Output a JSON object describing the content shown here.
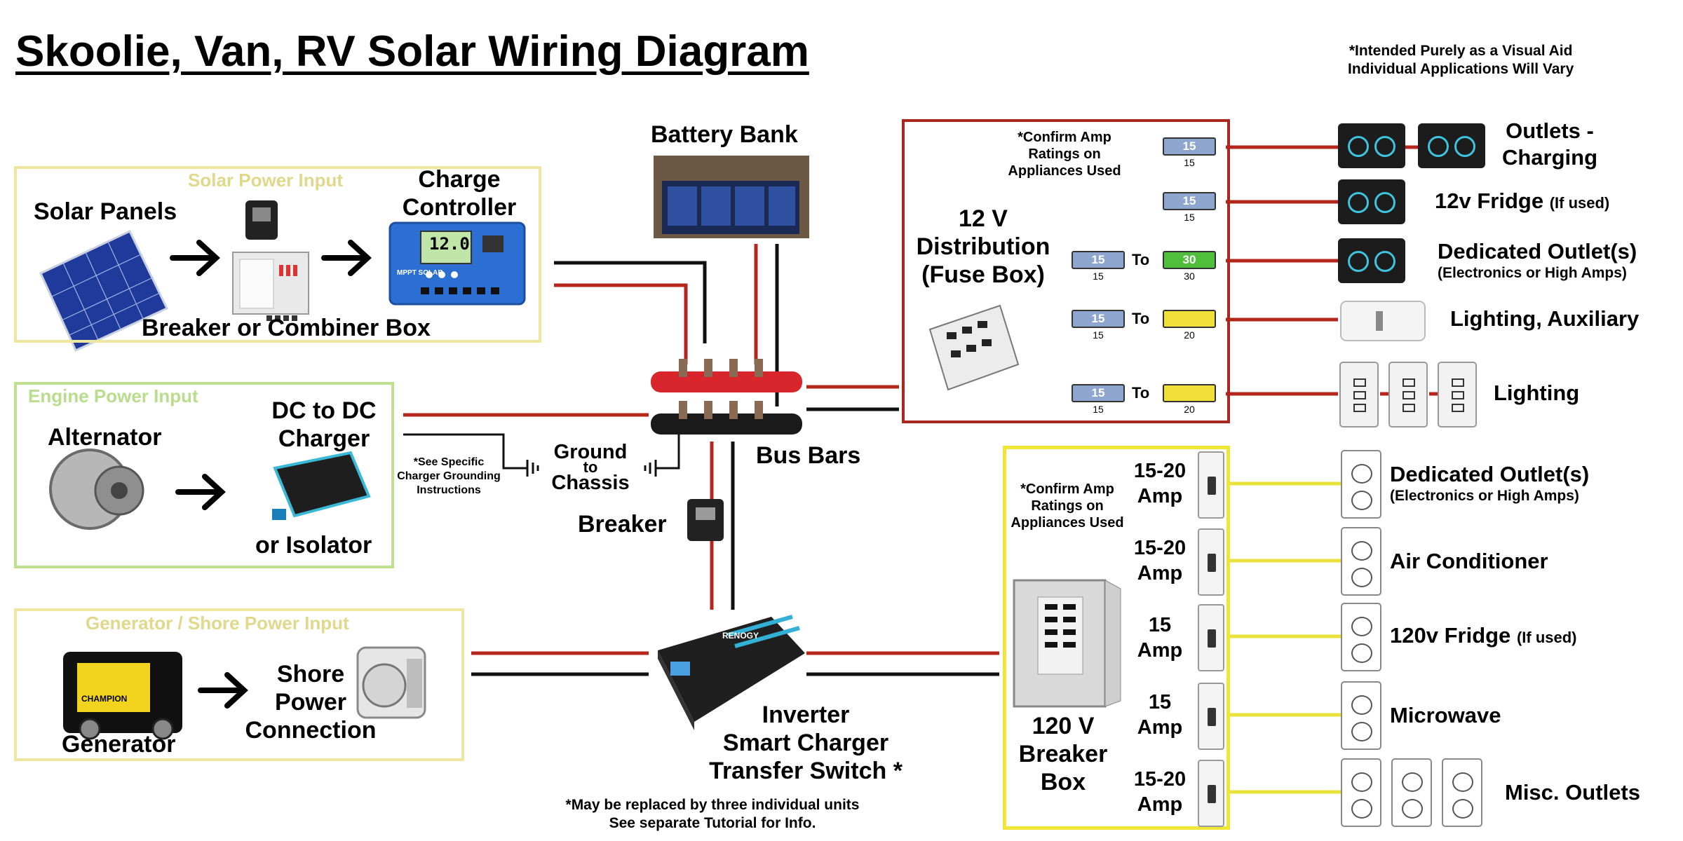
{
  "title": "Skoolie, Van, RV Solar Wiring Diagram",
  "disclaimer": {
    "line1": "*Intended Purely as a Visual Aid",
    "line2": "Individual Applications Will Vary"
  },
  "solar": {
    "section": "Solar Power Input",
    "panels": "Solar Panels",
    "charge_controller_1": "Charge",
    "charge_controller_2": "Controller",
    "lcd": "12.0",
    "brand": "MPPT SOLAR",
    "breaker_box": "Breaker or Combiner Box"
  },
  "engine": {
    "section": "Engine Power Input",
    "alternator": "Alternator",
    "dcdc_1": "DC to DC",
    "dcdc_2": "Charger",
    "isolator": "or Isolator",
    "note_1": "*See Specific",
    "note_2": "Charger Grounding",
    "note_3": "Instructions"
  },
  "ground": {
    "line1": "Ground",
    "line2": "to",
    "line3": "Chassis"
  },
  "generator": {
    "section": "Generator / Shore Power Input",
    "generator": "Generator",
    "shore_1": "Shore",
    "shore_2": "Power",
    "shore_3": "Connection",
    "brand": "CHAMPION"
  },
  "battery": {
    "label": "Battery Bank"
  },
  "busbars": {
    "label": "Bus Bars"
  },
  "breaker": {
    "label": "Breaker"
  },
  "inverter": {
    "line1": "Inverter",
    "line2": "Smart Charger",
    "line3": "Transfer Switch *",
    "brand": "RENOGY",
    "note_1": "*May be replaced by three individual units",
    "note_2": "See separate Tutorial for Info."
  },
  "fusebox": {
    "label_1": "12 V",
    "label_2": "Distribution",
    "label_3": "(Fuse Box)",
    "note_1": "*Confirm Amp",
    "note_2": "Ratings on",
    "note_3": "Appliances Used",
    "to": "To",
    "fuses": [
      {
        "from": "15",
        "to": ""
      },
      {
        "from": "15",
        "to": ""
      },
      {
        "from": "15",
        "to": "30"
      },
      {
        "from": "15",
        "to": "20"
      },
      {
        "from": "15",
        "to": "20"
      }
    ]
  },
  "dc_loads": {
    "outlets_1": "Outlets -",
    "outlets_2": "Charging",
    "fridge": "12v Fridge",
    "fridge_note": "(If used)",
    "dedicated": "Dedicated Outlet(s)",
    "dedicated_note": "(Electronics or High Amps)",
    "lighting_aux": "Lighting, Auxiliary",
    "lighting": "Lighting"
  },
  "breakerbox": {
    "label_1": "120 V",
    "label_2": "Breaker",
    "label_3": "Box",
    "note_1": "*Confirm Amp",
    "note_2": "Ratings on",
    "note_3": "Appliances Used",
    "breakers": [
      {
        "line1": "15-20",
        "line2": "Amp"
      },
      {
        "line1": "15-20",
        "line2": "Amp"
      },
      {
        "line1": "15",
        "line2": "Amp"
      },
      {
        "line1": "15",
        "line2": "Amp"
      },
      {
        "line1": "15-20",
        "line2": "Amp"
      }
    ]
  },
  "ac_loads": {
    "dedicated": "Dedicated Outlet(s)",
    "dedicated_note": "(Electronics or High Amps)",
    "ac": "Air Conditioner",
    "fridge": "120v Fridge",
    "fridge_note": "(If used)",
    "microwave": "Microwave",
    "misc": "Misc. Outlets"
  },
  "colors": {
    "red_wire": "#b5271d",
    "black_wire": "#111111",
    "yellow_wire": "#e9e23a",
    "solar_frame": "#efe7a1",
    "engine_frame": "#bfe08f",
    "ac_frame": "#f0e638",
    "dc_frame": "#a8281f",
    "fuse_blue": "#8ea6cf",
    "fuse_green": "#4fbf3c",
    "fuse_yellow": "#f2e03a"
  }
}
